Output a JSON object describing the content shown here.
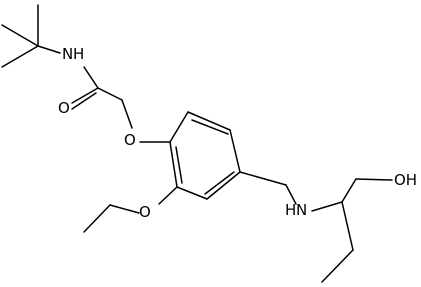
{
  "structure": {
    "atoms": {
      "amide_n": "N",
      "amide_h": "H",
      "carbonyl_o": "O",
      "ether_o": "O",
      "ethoxy_o": "O",
      "amine_h": "H",
      "amine_n": "N",
      "hydroxyl": "OH"
    }
  }
}
